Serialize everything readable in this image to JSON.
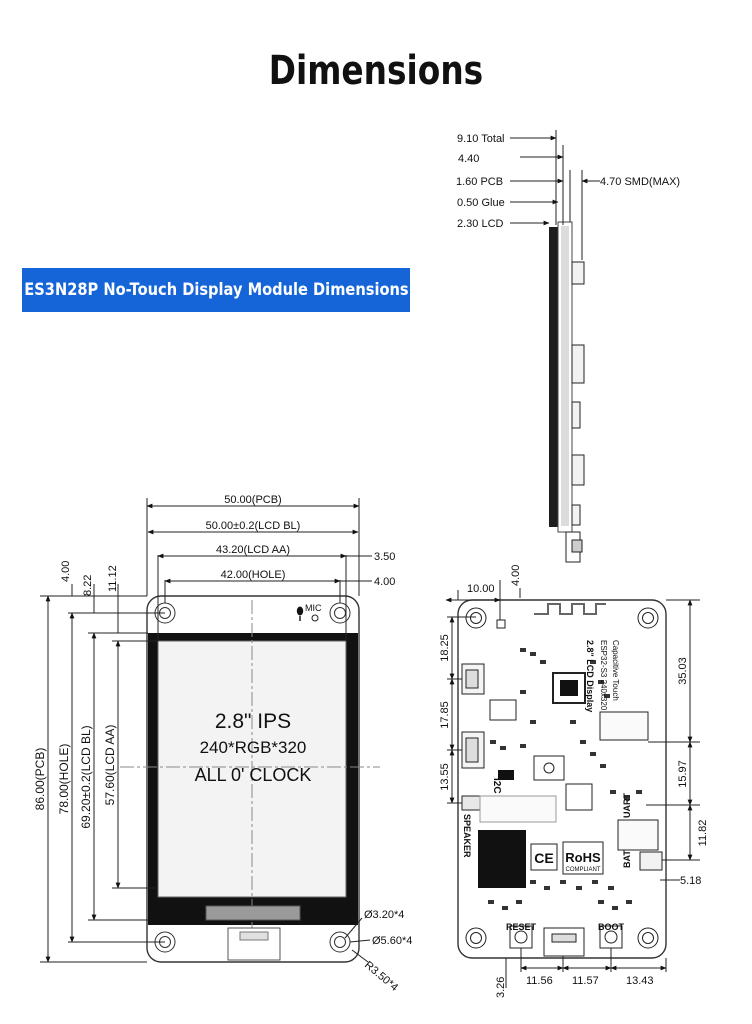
{
  "title": "Dimensions",
  "banner": "ES3N28P No-Touch Display Module Dimensions",
  "side": {
    "total": "9.10 Total",
    "d440": "4.40",
    "pcb": "1.60 PCB",
    "smd": "4.70 SMD(MAX)",
    "glue": "0.50 Glue",
    "lcd": "2.30 LCD"
  },
  "front": {
    "pcb_w": "50.00(PCB)",
    "lcd_bl_w": "50.00±0.2(LCD BL)",
    "lcd_aa_w": "43.20(LCD AA)",
    "hole_w": "42.00(HOLE)",
    "r350": "3.50",
    "r400": "4.00",
    "l400": "4.00",
    "l822": "8.22",
    "l1112": "11.12",
    "pcb_h": "86.00(PCB)",
    "hole_h": "78.00(HOLE)",
    "lcd_bl_h": "69.20±0.2(LCD BL)",
    "lcd_aa_h": "57.60(LCD AA)",
    "mic": "MIC",
    "screen_1": "2.8\" IPS",
    "screen_2": "240*RGB*320",
    "screen_3": "ALL 0' CLOCK",
    "hole_d1": "Ø3.20*4",
    "hole_d2": "Ø5.60*4",
    "radius": "R3.50*4"
  },
  "back": {
    "d1000": "10.00",
    "d400": "4.00",
    "d1825": "18.25",
    "d1785": "17.85",
    "d1355": "13.55",
    "d3503": "35.03",
    "d1597": "15.97",
    "d1182": "11.82",
    "d518": "5.18",
    "d326": "3.26",
    "d1156": "11.56",
    "d1157": "11.57",
    "d1343": "13.43",
    "i2c": "I2C",
    "speaker": "SPEAKER",
    "uart": "UART",
    "bat": "BAT",
    "reset": "RESET",
    "boot": "BOOT",
    "ce": "CE",
    "rohs": "RoHS",
    "rohs_sub": "COMPLIANT",
    "board_1": "2.8\" LCD Display",
    "board_2": "ESP32-S3  240x320",
    "board_3": "Capacitive Touch"
  }
}
